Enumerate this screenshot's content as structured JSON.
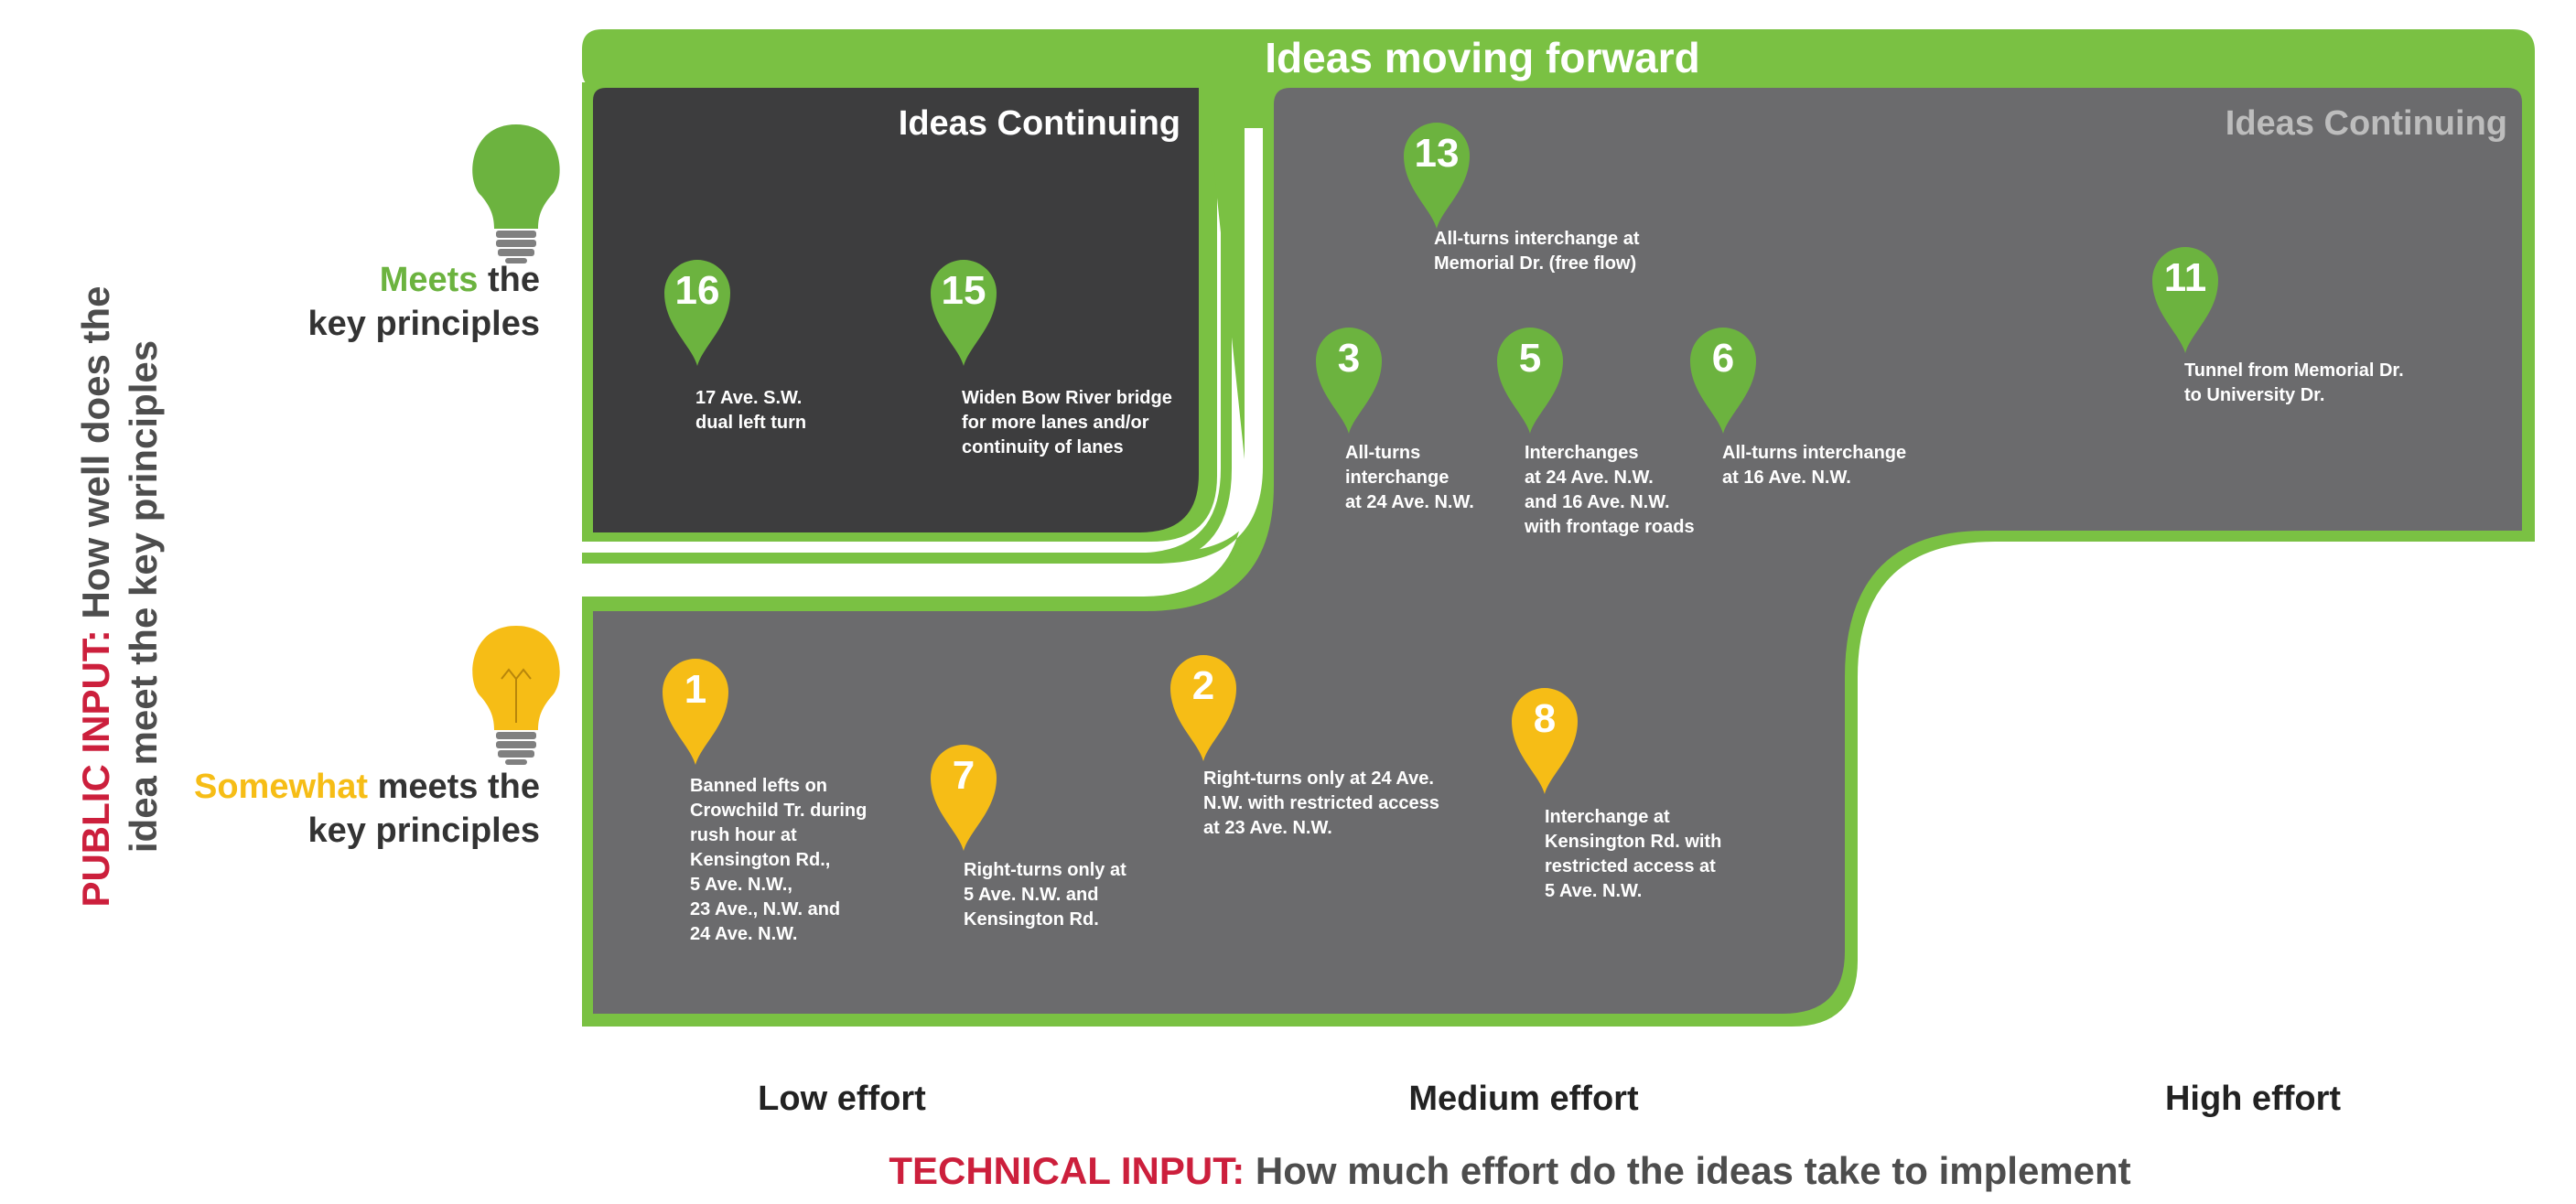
{
  "colors": {
    "green": "#7ac143",
    "pin_green": "#6cb33f",
    "pin_yellow": "#f6bd16",
    "dark_box": "#3d3d3e",
    "gray_box": "#6b6b6d",
    "red": "#cc1f3c",
    "band_border": "#7ac143"
  },
  "band": {
    "title": "Ideas moving forward"
  },
  "boxes": {
    "left_title": "Ideas Continuing",
    "right_title": "Ideas Continuing"
  },
  "rows": {
    "meets": {
      "accent": "Meets",
      "rest_line1": " the",
      "line2": "key principles",
      "icon": "green-lightbulb-icon"
    },
    "somewhat": {
      "accent": "Somewhat",
      "rest_line1": " meets the",
      "line2": "key principles",
      "icon": "yellow-lightbulb-icon"
    }
  },
  "columns": {
    "low": "Low effort",
    "medium": "Medium effort",
    "high": "High effort"
  },
  "axes": {
    "x": {
      "prefix": "TECHNICAL INPUT:",
      "rest": " How much effort do the ideas take to implement"
    },
    "y": {
      "prefix": "PUBLIC INPUT:",
      "rest_line1": " How well does the",
      "line2": "idea meet the key principles"
    }
  },
  "ideas": [
    {
      "num": "16",
      "color": "green",
      "text": "17 Ave. S.W.\ndual left turn"
    },
    {
      "num": "15",
      "color": "green",
      "text": "Widen Bow River bridge\nfor more lanes and/or\ncontinuity of lanes"
    },
    {
      "num": "13",
      "color": "green",
      "text": "All-turns interchange at\nMemorial Dr. (free flow)"
    },
    {
      "num": "3",
      "color": "green",
      "text": "All-turns\ninterchange\nat 24 Ave. N.W."
    },
    {
      "num": "5",
      "color": "green",
      "text": "Interchanges\nat 24 Ave. N.W.\nand 16 Ave. N.W.\nwith frontage roads"
    },
    {
      "num": "6",
      "color": "green",
      "text": "All-turns interchange\nat 16 Ave. N.W."
    },
    {
      "num": "11",
      "color": "green",
      "text": "Tunnel from Memorial Dr.\nto University Dr."
    },
    {
      "num": "1",
      "color": "yellow",
      "text": "Banned lefts on\nCrowchild Tr. during\nrush hour at\nKensington Rd.,\n5 Ave. N.W.,\n23 Ave., N.W. and\n24 Ave. N.W."
    },
    {
      "num": "7",
      "color": "yellow",
      "text": "Right-turns only at\n5 Ave. N.W. and\nKensington Rd."
    },
    {
      "num": "2",
      "color": "yellow",
      "text": "Right-turns only at 24 Ave.\nN.W. with restricted access\nat 23 Ave. N.W."
    },
    {
      "num": "8",
      "color": "yellow",
      "text": "Interchange at\nKensington Rd. with\nrestricted access at\n5 Ave. N.W."
    }
  ]
}
